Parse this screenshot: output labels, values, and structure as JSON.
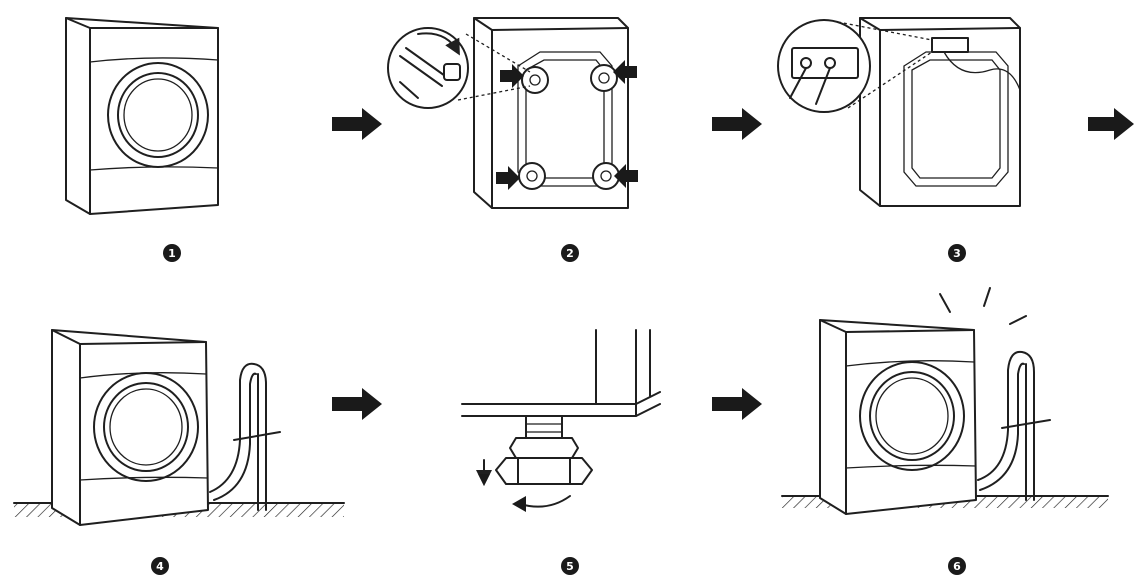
{
  "steps": [
    {
      "number": "1",
      "icon": "washer-front-icon"
    },
    {
      "number": "2",
      "icon": "remove-transit-bolts-icon"
    },
    {
      "number": "3",
      "icon": "connect-hoses-icon"
    },
    {
      "number": "4",
      "icon": "place-washer-icon"
    },
    {
      "number": "5",
      "icon": "adjust-leveling-foot-icon"
    },
    {
      "number": "6",
      "icon": "check-stability-icon"
    }
  ],
  "colors": {
    "ink": "#1f1f1f",
    "badge": "#1a1a1a",
    "background": "#ffffff"
  }
}
